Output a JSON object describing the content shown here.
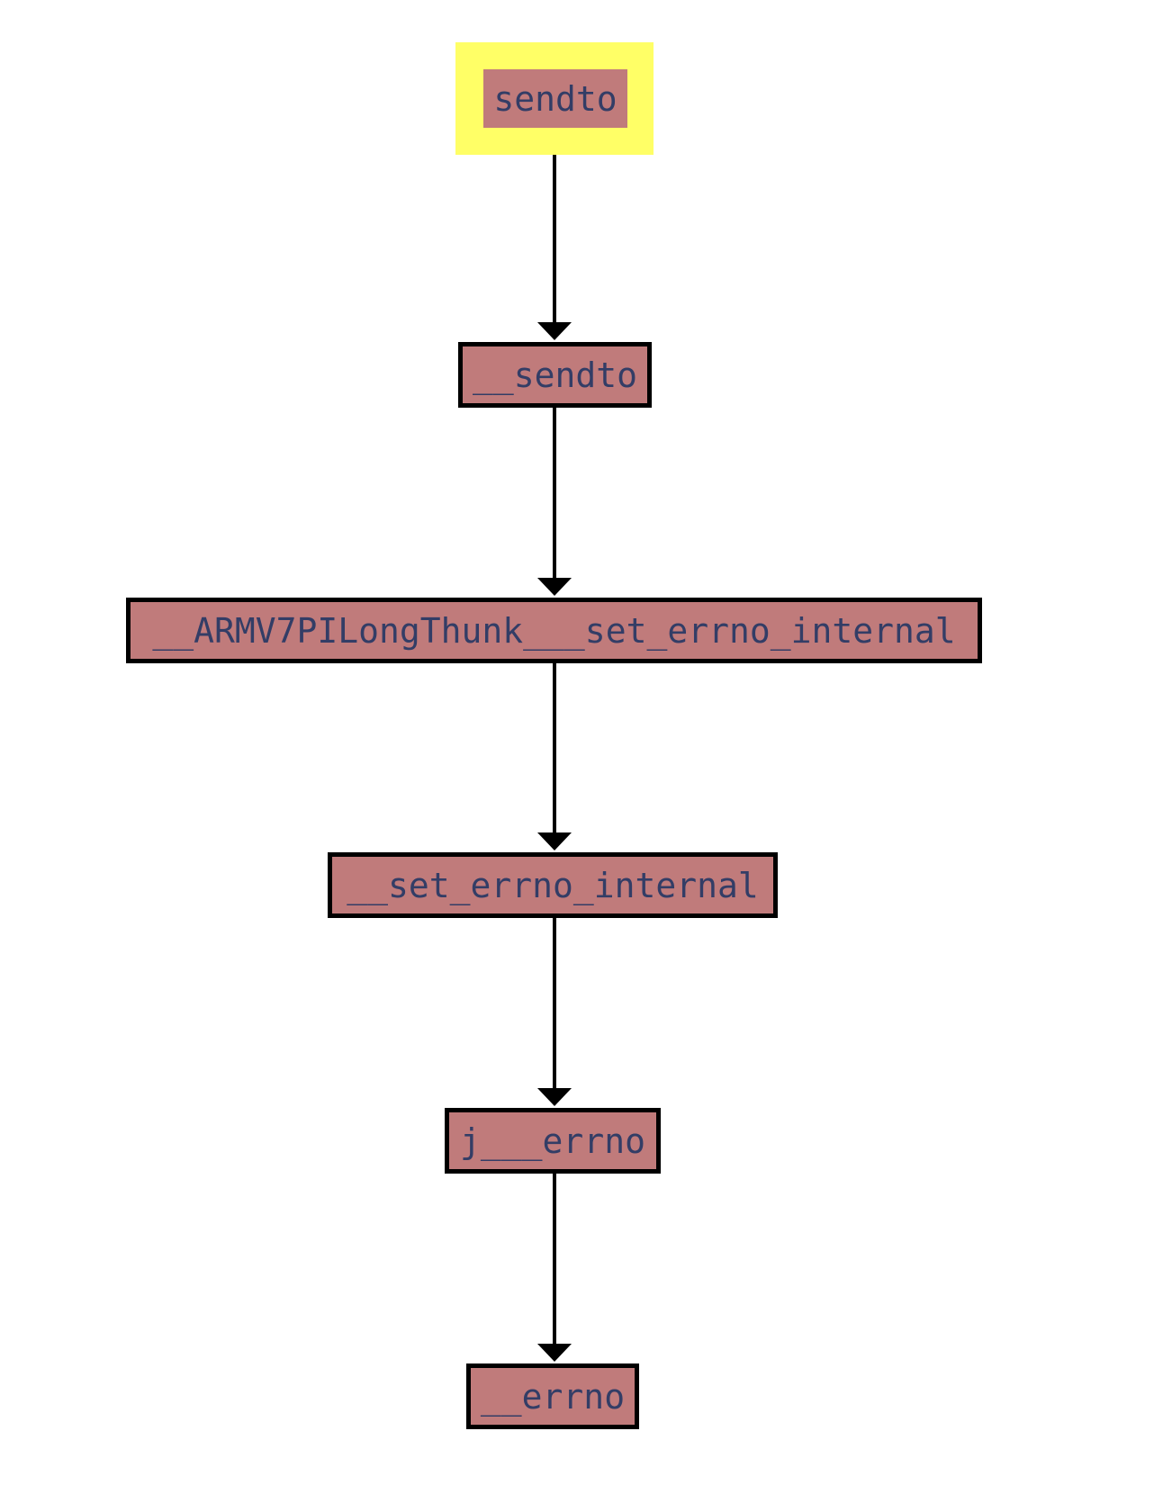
{
  "colors": {
    "node_fill": "#c07b7b",
    "node_text": "#333d66",
    "node_border": "#000000",
    "highlight": "#ffff66",
    "edge": "#000000"
  },
  "nodes": [
    {
      "id": "sendto",
      "label": "sendto",
      "highlighted": true
    },
    {
      "id": "__sendto",
      "label": "__sendto",
      "highlighted": false
    },
    {
      "id": "thunk",
      "label": "__ARMV7PILongThunk___set_errno_internal",
      "highlighted": false
    },
    {
      "id": "set_errno",
      "label": "__set_errno_internal",
      "highlighted": false
    },
    {
      "id": "j_errno",
      "label": "j___errno",
      "highlighted": false
    },
    {
      "id": "errno",
      "label": "__errno",
      "highlighted": false
    }
  ],
  "edges": [
    {
      "from": "sendto",
      "to": "__sendto"
    },
    {
      "from": "__sendto",
      "to": "thunk"
    },
    {
      "from": "thunk",
      "to": "set_errno"
    },
    {
      "from": "set_errno",
      "to": "j_errno"
    },
    {
      "from": "j_errno",
      "to": "errno"
    }
  ]
}
